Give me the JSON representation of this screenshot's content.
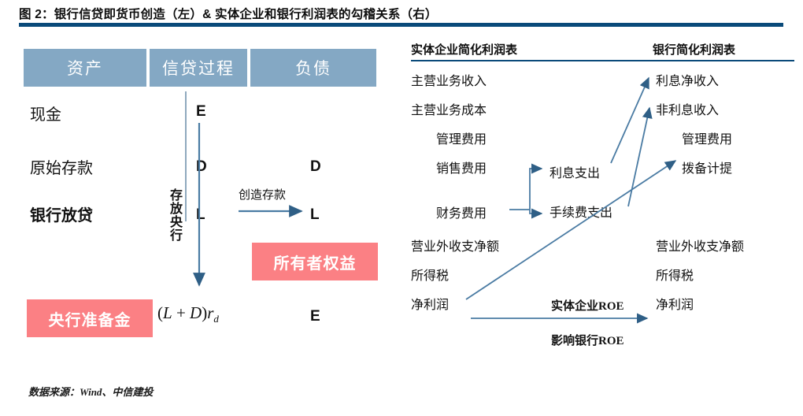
{
  "figure": {
    "title": "图 2：银行信贷即货币创造（左）&  实体企业和银行利润表的勾稽关系（右）",
    "source_note": "数据来源：Wind、中信建投"
  },
  "colors": {
    "title_rule": "#0a4a7a",
    "header_fill": "#84a8c4",
    "pink_fill": "#fb8084",
    "arrow": "#3b6e95",
    "text": "#111111"
  },
  "left_panel": {
    "headers": [
      {
        "label": "资产"
      },
      {
        "label": "信贷过程"
      },
      {
        "label": "负债"
      }
    ],
    "asset_rows": [
      {
        "label": "现金"
      },
      {
        "label": "原始存款"
      },
      {
        "label": "银行放贷"
      }
    ],
    "process_letters": [
      {
        "label": "E"
      },
      {
        "label": "D"
      },
      {
        "label": "L"
      }
    ],
    "liability_letters": [
      {
        "label": "D"
      },
      {
        "label": "L"
      },
      {
        "label": "E"
      }
    ],
    "vertical_label": "存放央行",
    "create_deposit_label": "创造存款",
    "pink_boxes": [
      {
        "label": "所有者权益"
      },
      {
        "label": "央行准备金"
      }
    ],
    "formula": {
      "open": "(",
      "l": "L",
      "plus": " + ",
      "d": "D",
      "close": ")",
      "r": "r",
      "sub": "d"
    }
  },
  "right_panel": {
    "headers": {
      "corporate": "实体企业简化利润表",
      "bank": "银行简化利润表"
    },
    "corporate_items": [
      {
        "label": "主营业务收入",
        "indent": false
      },
      {
        "label": "主营业务成本",
        "indent": false
      },
      {
        "label": "管理费用",
        "indent": true
      },
      {
        "label": "销售费用",
        "indent": true
      },
      {
        "label": "财务费用",
        "indent": true
      },
      {
        "label": "营业外收支净额",
        "indent": false
      },
      {
        "label": "所得税",
        "indent": false
      },
      {
        "label": "净利润",
        "indent": false
      }
    ],
    "middle_items": [
      {
        "label": "利息支出"
      },
      {
        "label": "手续费支出"
      }
    ],
    "bank_items": [
      {
        "label": "利息净收入",
        "indent": false
      },
      {
        "label": "非利息收入",
        "indent": false
      },
      {
        "label": "管理费用",
        "indent": true
      },
      {
        "label": "拨备计提",
        "indent": true
      },
      {
        "label": "营业外收支净额",
        "indent": false
      },
      {
        "label": "所得税",
        "indent": false
      },
      {
        "label": "净利润",
        "indent": false
      }
    ],
    "roe_labels": [
      {
        "label": "实体企业ROE"
      },
      {
        "label": "影响银行ROE"
      }
    ]
  }
}
